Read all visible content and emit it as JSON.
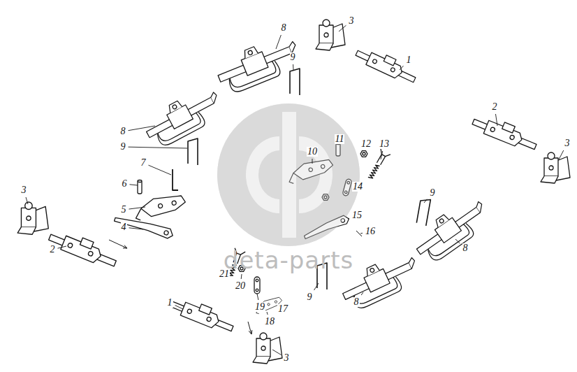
{
  "diagram": {
    "labels": [
      "8",
      "3",
      "1",
      "9",
      "8",
      "9",
      "7",
      "6",
      "5",
      "4",
      "3",
      "2",
      "10",
      "11",
      "12",
      "13",
      "14",
      "15",
      "16",
      "2",
      "3",
      "9",
      "8",
      "9",
      "8",
      "21",
      "20",
      "19",
      "17",
      "18",
      "1",
      "3",
      "deta-parts"
    ]
  }
}
